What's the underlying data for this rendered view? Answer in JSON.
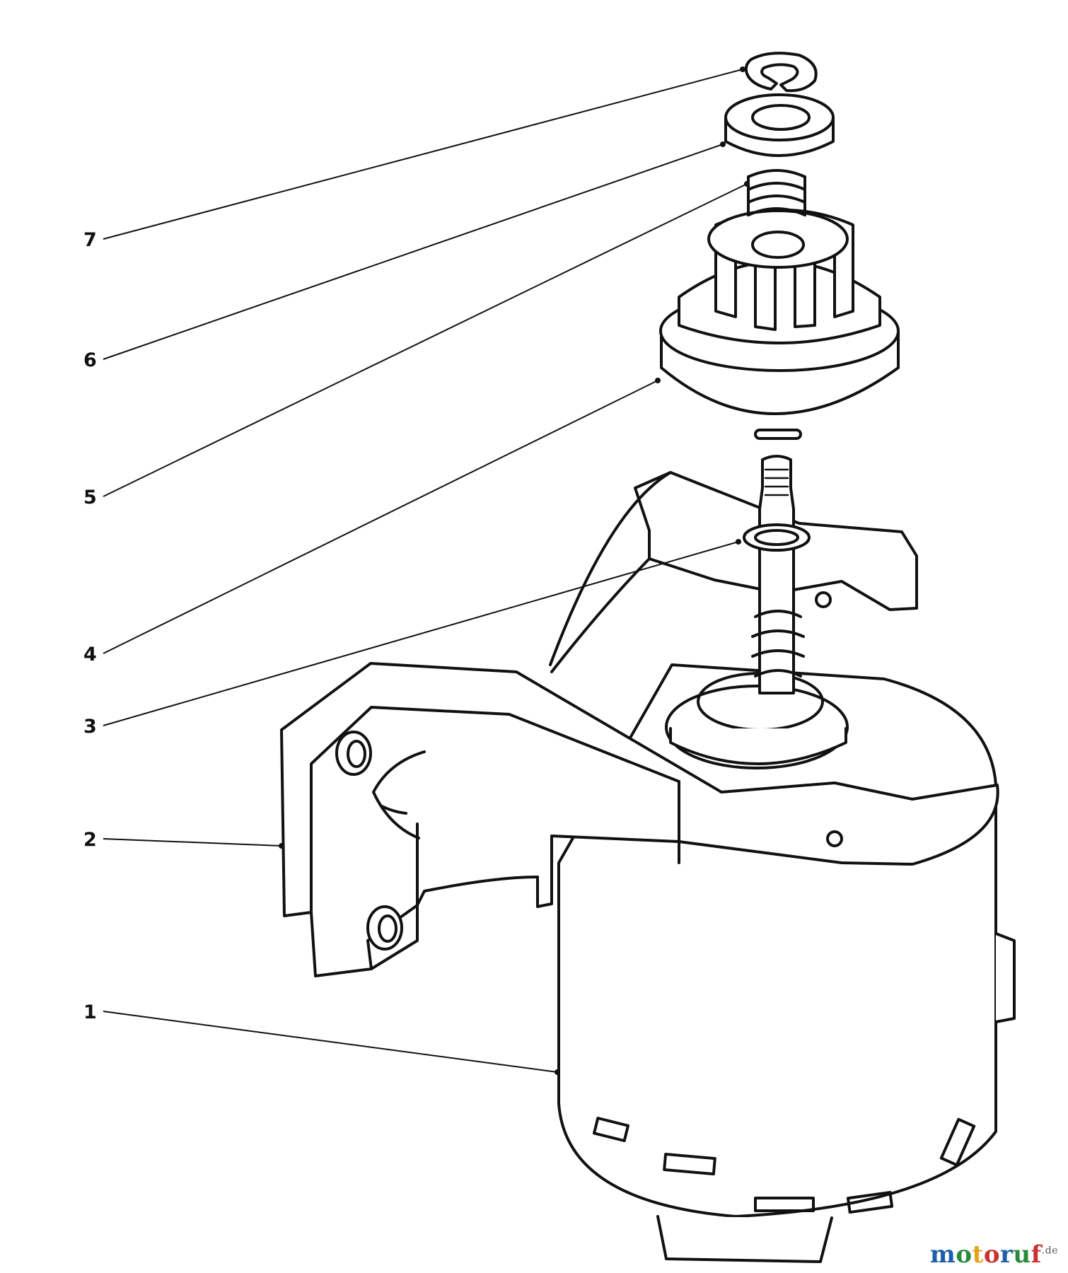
{
  "diagram": {
    "callouts": [
      {
        "id": "7",
        "label": "7"
      },
      {
        "id": "6",
        "label": "6"
      },
      {
        "id": "5",
        "label": "5"
      },
      {
        "id": "4",
        "label": "4"
      },
      {
        "id": "3",
        "label": "3"
      },
      {
        "id": "2",
        "label": "2"
      },
      {
        "id": "1",
        "label": "1"
      }
    ]
  },
  "watermark": {
    "text": "motoruf",
    "suffix": ".de",
    "colors": [
      "#1f5fa8",
      "#2a8a3a",
      "#e3a21a",
      "#c93232",
      "#1f5fa8",
      "#2a8a3a",
      "#c93232"
    ]
  }
}
